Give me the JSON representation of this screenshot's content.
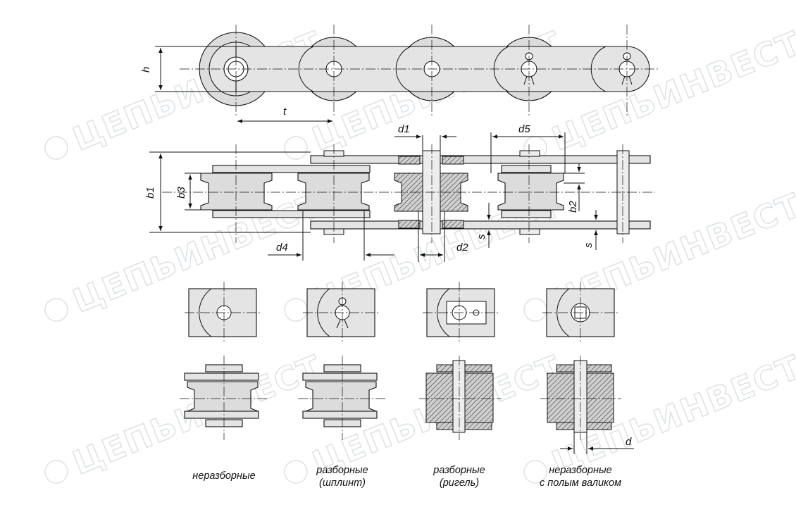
{
  "watermark": {
    "text": "ЦЕПЬИНВЕСТ"
  },
  "dimensions": {
    "h": "h",
    "t": "t",
    "b1": "b1",
    "b3": "b3",
    "b2": "b2",
    "d1": "d1",
    "d5": "d5",
    "d4": "d4",
    "d2": "d2",
    "s_left": "s",
    "s_right": "s",
    "d": "d"
  },
  "variants": [
    {
      "line1": "неразборные",
      "line2": ""
    },
    {
      "line1": "разборные",
      "line2": "(шплинт)"
    },
    {
      "line1": "разборные",
      "line2": "(ригель)"
    },
    {
      "line1": "неразборные",
      "line2": "с полым валиком"
    }
  ]
}
